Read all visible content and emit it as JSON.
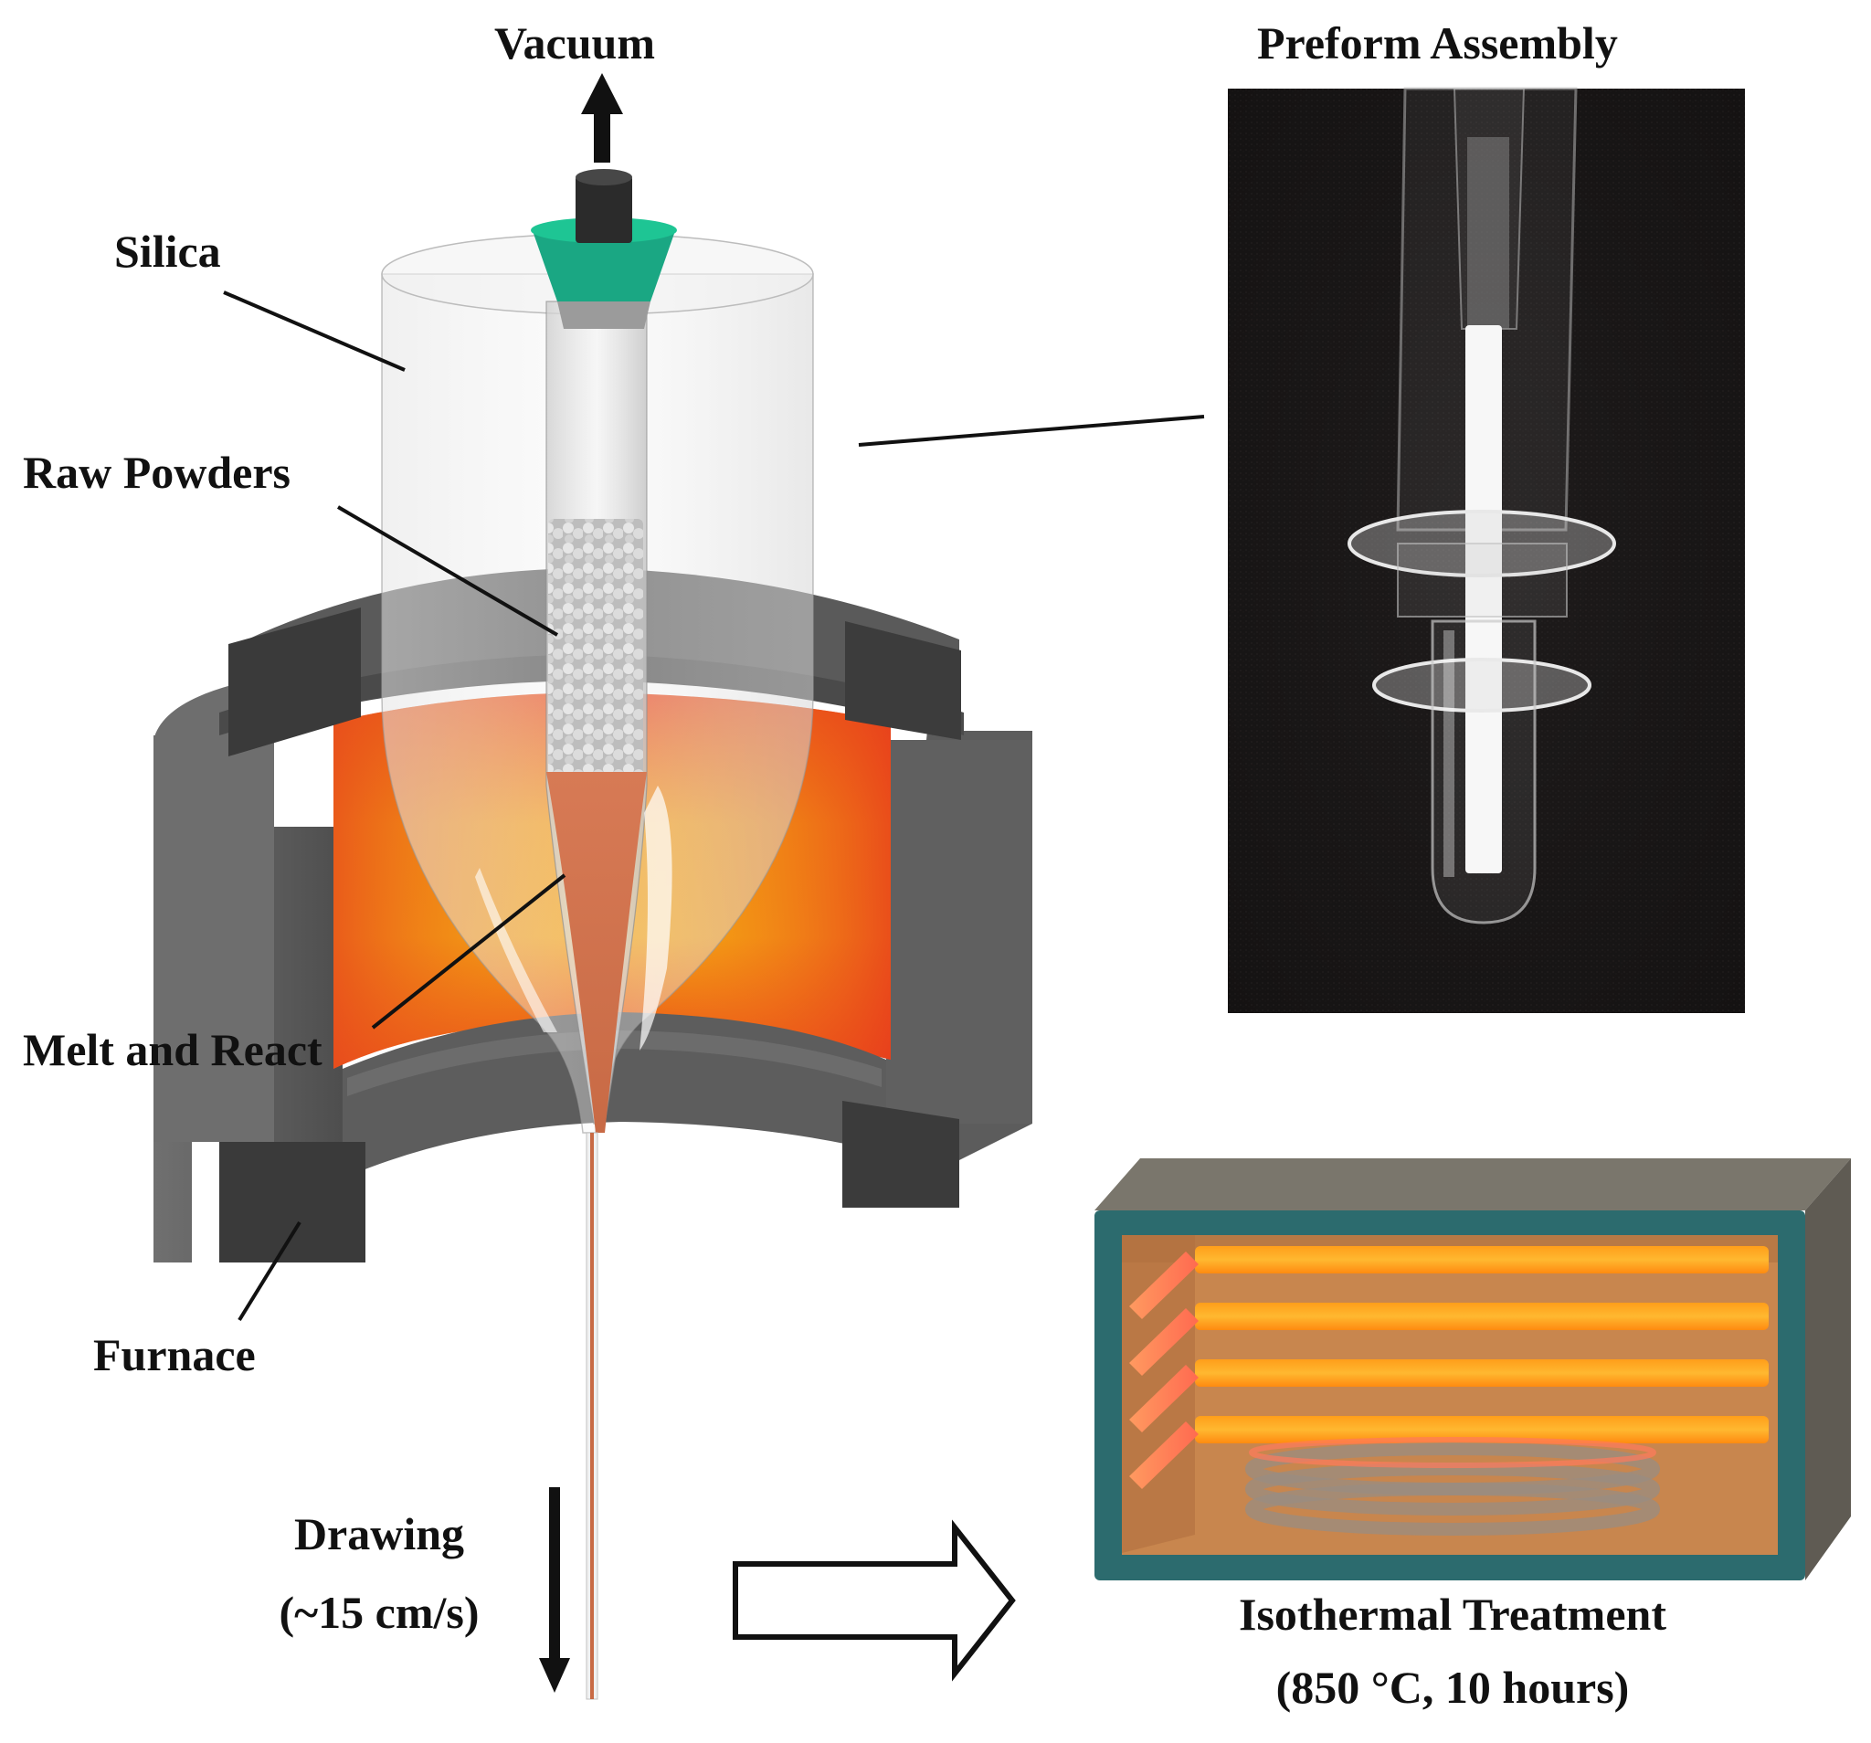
{
  "labels": {
    "vacuum": "Vacuum",
    "preform_assembly": "Preform Assembly",
    "silica": "Silica",
    "raw_powders": "Raw Powders",
    "melt_and_react": "Melt and React",
    "furnace": "Furnace",
    "drawing": "Drawing",
    "drawing_speed": "(~15 cm/s)",
    "isothermal_treatment": "Isothermal Treatment",
    "isothermal_conditions": "(850 °C, 10 hours)"
  },
  "colors": {
    "furnace_gray": "#5a5a5a",
    "furnace_dark": "#3a3a3a",
    "heat_red": "#e83a1c",
    "heat_orange": "#f39a12",
    "melt_copper": "#d9845e",
    "stopper_green": "#1aa783",
    "oven_teal": "#2c6b6e",
    "oven_body": "#c8864e",
    "oven_shell": "#6e6a60",
    "photo_background": "#141212"
  }
}
